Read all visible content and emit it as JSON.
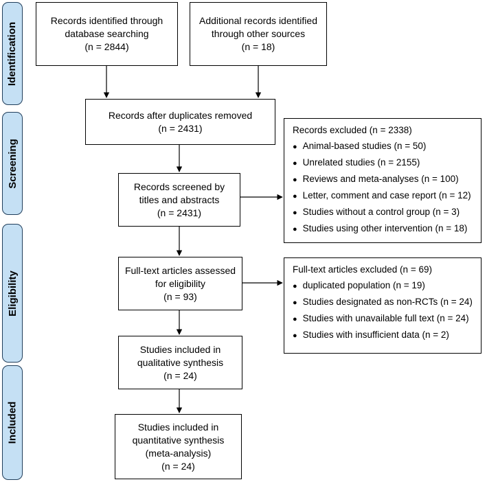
{
  "phases": [
    "Identification",
    "Screening",
    "Eligibility",
    "Included"
  ],
  "boxes": {
    "db_search": [
      "Records identified through",
      "database searching",
      "(n = 2844)"
    ],
    "other_sources": [
      "Additional records identified",
      "through other sources",
      "(n = 18)"
    ],
    "after_dupes": [
      "Records after duplicates removed",
      "(n = 2431)"
    ],
    "screened": [
      "Records screened by",
      "titles and abstracts",
      "(n = 2431)"
    ],
    "fulltext": [
      "Full-text articles assessed",
      "for eligibility",
      "(n = 93)"
    ],
    "qualitative": [
      "Studies included in",
      "qualitative synthesis",
      "(n = 24)"
    ],
    "quantitative": [
      "Studies included in",
      "quantitative synthesis",
      "(meta-analysis)",
      "(n = 24)"
    ]
  },
  "excluded_records": {
    "title": "Records excluded (n = 2338)",
    "items": [
      "Animal-based studies (n = 50)",
      "Unrelated studies (n = 2155)",
      "Reviews and meta-analyses (n = 100)",
      "Letter, comment and case report (n = 12)",
      "Studies without a control group (n = 3)",
      "Studies using other intervention (n = 18)"
    ]
  },
  "excluded_fulltext": {
    "title": "Full-text articles excluded (n = 69)",
    "items": [
      "duplicated population (n = 19)",
      "Studies designated as non-RCTs (n = 24)",
      "Studies with unavailable full text (n = 24)",
      "Studies with insufficient data (n = 2)"
    ]
  }
}
